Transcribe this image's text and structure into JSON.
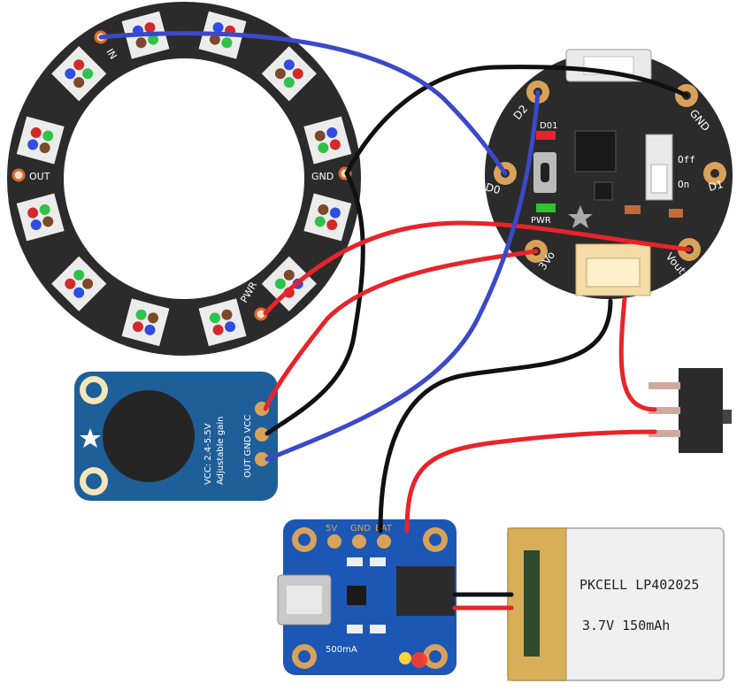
{
  "colors": {
    "wire_red": "#e8232a",
    "wire_black": "#111111",
    "wire_blue": "#3b48c8",
    "pcb_dark": "#2b2b2b",
    "pcb_blue": "#1f5f99",
    "pcb_blue_charger": "#1c57b5",
    "pad_gold": "#d9a25a",
    "pixel_white": "#ececec"
  },
  "ring": {
    "pixel_count": 12,
    "labels": {
      "in": "IN",
      "out": "OUT",
      "gnd": "GND",
      "pwr": "PWR"
    }
  },
  "flora": {
    "labels": {
      "d2": "D2",
      "gnd": "GND",
      "d0": "D0",
      "d1": "D1",
      "v3": "3Vo",
      "vout": "Vout",
      "off": "Off",
      "on": "On",
      "d01": "D01",
      "pwr": "PWR"
    }
  },
  "mic": {
    "line1": "VCC: 2.4-5.5V",
    "line2": "Adjustable gain",
    "pins": "OUT GND VCC"
  },
  "charger": {
    "pin_5v": "5V",
    "pin_gnd": "GND",
    "pin_bat": "BAT",
    "rate": "500mA"
  },
  "battery": {
    "line1": "PKCELL LP402025",
    "line2": "3.7V 150mAh"
  },
  "switch": {
    "icon": "slide-switch"
  }
}
